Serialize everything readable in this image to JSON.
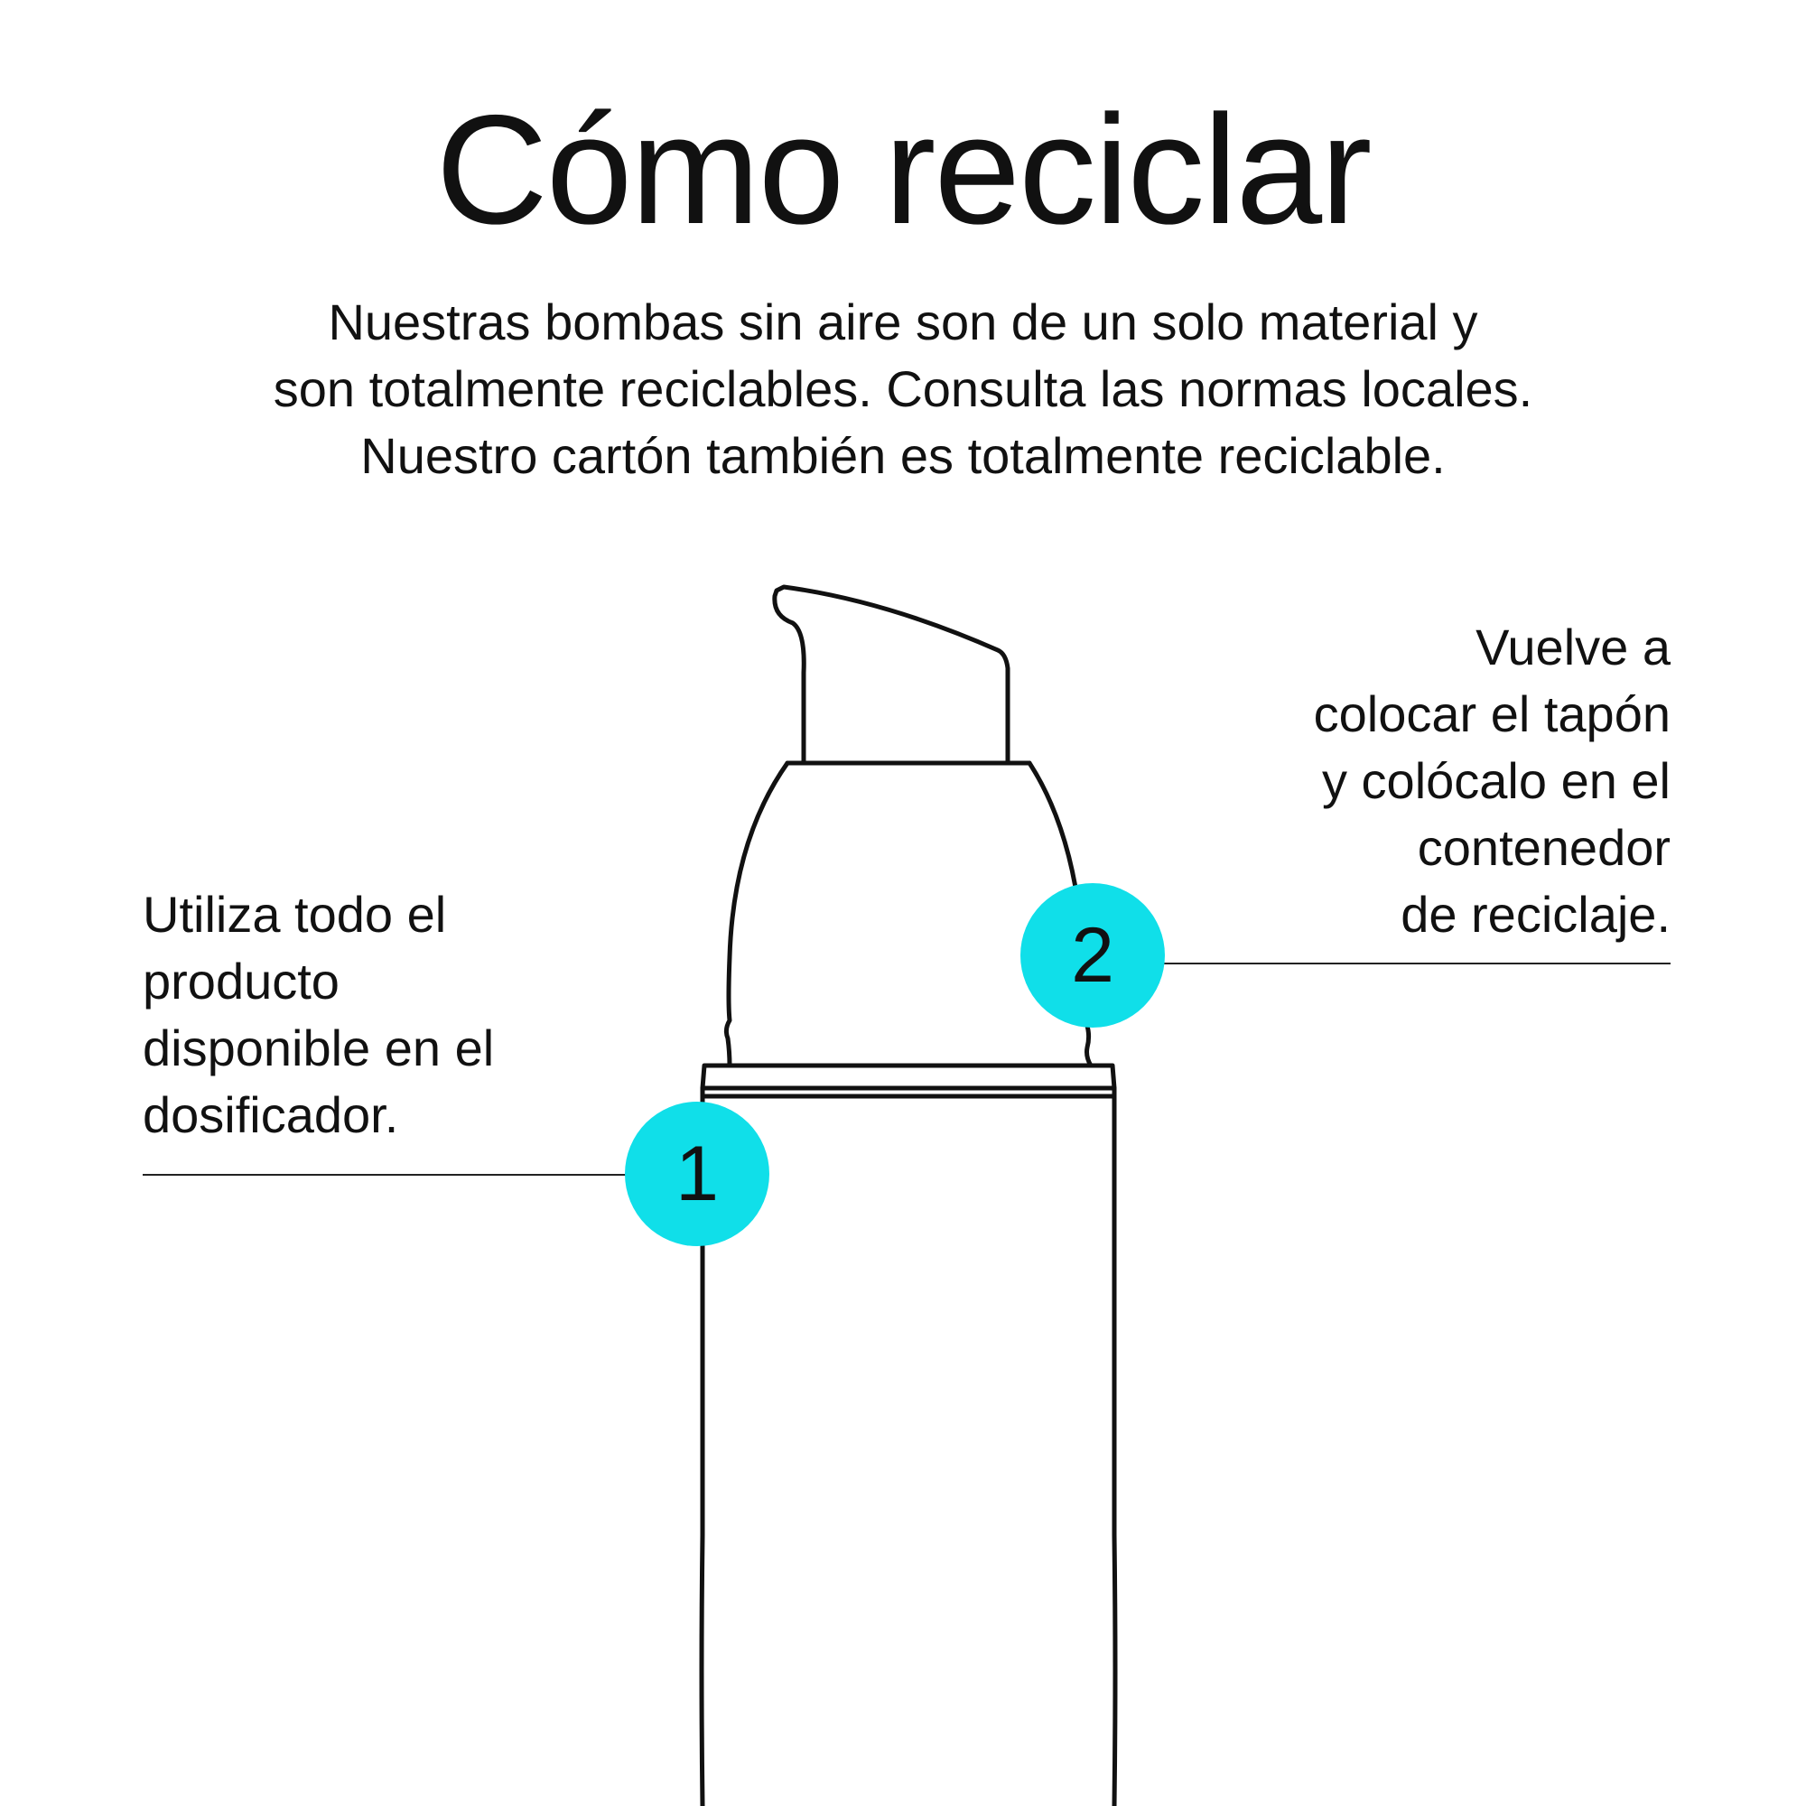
{
  "title": "Cómo reciclar",
  "intro": {
    "lines": [
      "Nuestras bombas sin aire son de un solo material y",
      "son totalmente reciclables. Consulta las normas locales.",
      "Nuestro cartón también es totalmente reciclable."
    ]
  },
  "steps": [
    {
      "number": "1",
      "lines": [
        "Utiliza todo el",
        "producto",
        "disponible en el",
        "dosificador."
      ]
    },
    {
      "number": "2",
      "lines": [
        "Vuelve a",
        "colocar el tapón",
        "y colócalo en el",
        "contenedor",
        "de reciclaje."
      ]
    }
  ],
  "colors": {
    "badge": "#10dfe9",
    "text": "#111111",
    "outline": "#111111"
  },
  "illustration": "airless-pump-bottle"
}
